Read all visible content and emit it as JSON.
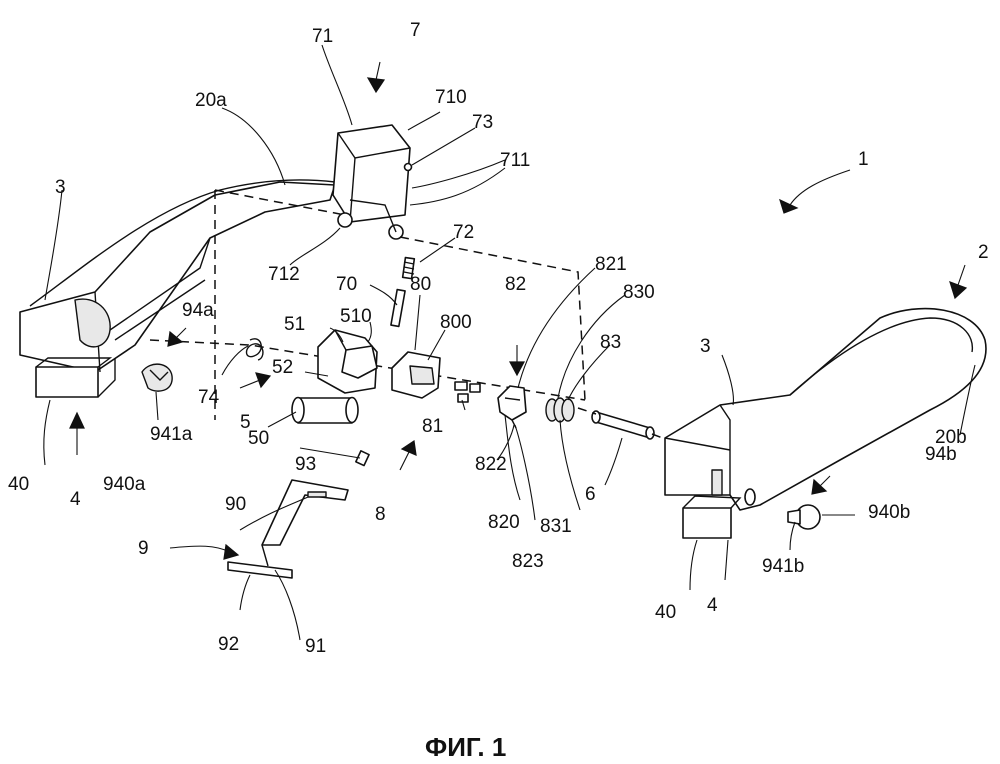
{
  "figure": {
    "caption": "ФИГ. 1",
    "labels": {
      "l1": "1",
      "l2": "2",
      "l3a": "3",
      "l3b": "3",
      "l4a": "4",
      "l4b": "4",
      "l40a": "40",
      "l40b": "40",
      "l5": "5",
      "l50": "50",
      "l51": "51",
      "l510": "510",
      "l52": "52",
      "l6": "6",
      "l7": "7",
      "l70": "70",
      "l71": "71",
      "l710": "710",
      "l711": "711",
      "l712": "712",
      "l72": "72",
      "l73": "73",
      "l74": "74",
      "l8": "8",
      "l80": "80",
      "l800": "800",
      "l81": "81",
      "l82": "82",
      "l820": "820",
      "l821": "821",
      "l822": "822",
      "l823": "823",
      "l83": "83",
      "l830": "830",
      "l831": "831",
      "l9": "9",
      "l90": "90",
      "l91": "91",
      "l92": "92",
      "l93": "93",
      "l94a": "94a",
      "l94b": "94b",
      "l940a": "940a",
      "l940b": "940b",
      "l941a": "941a",
      "l941b": "941b",
      "l20a": "20a",
      "l20b": "20b"
    }
  }
}
